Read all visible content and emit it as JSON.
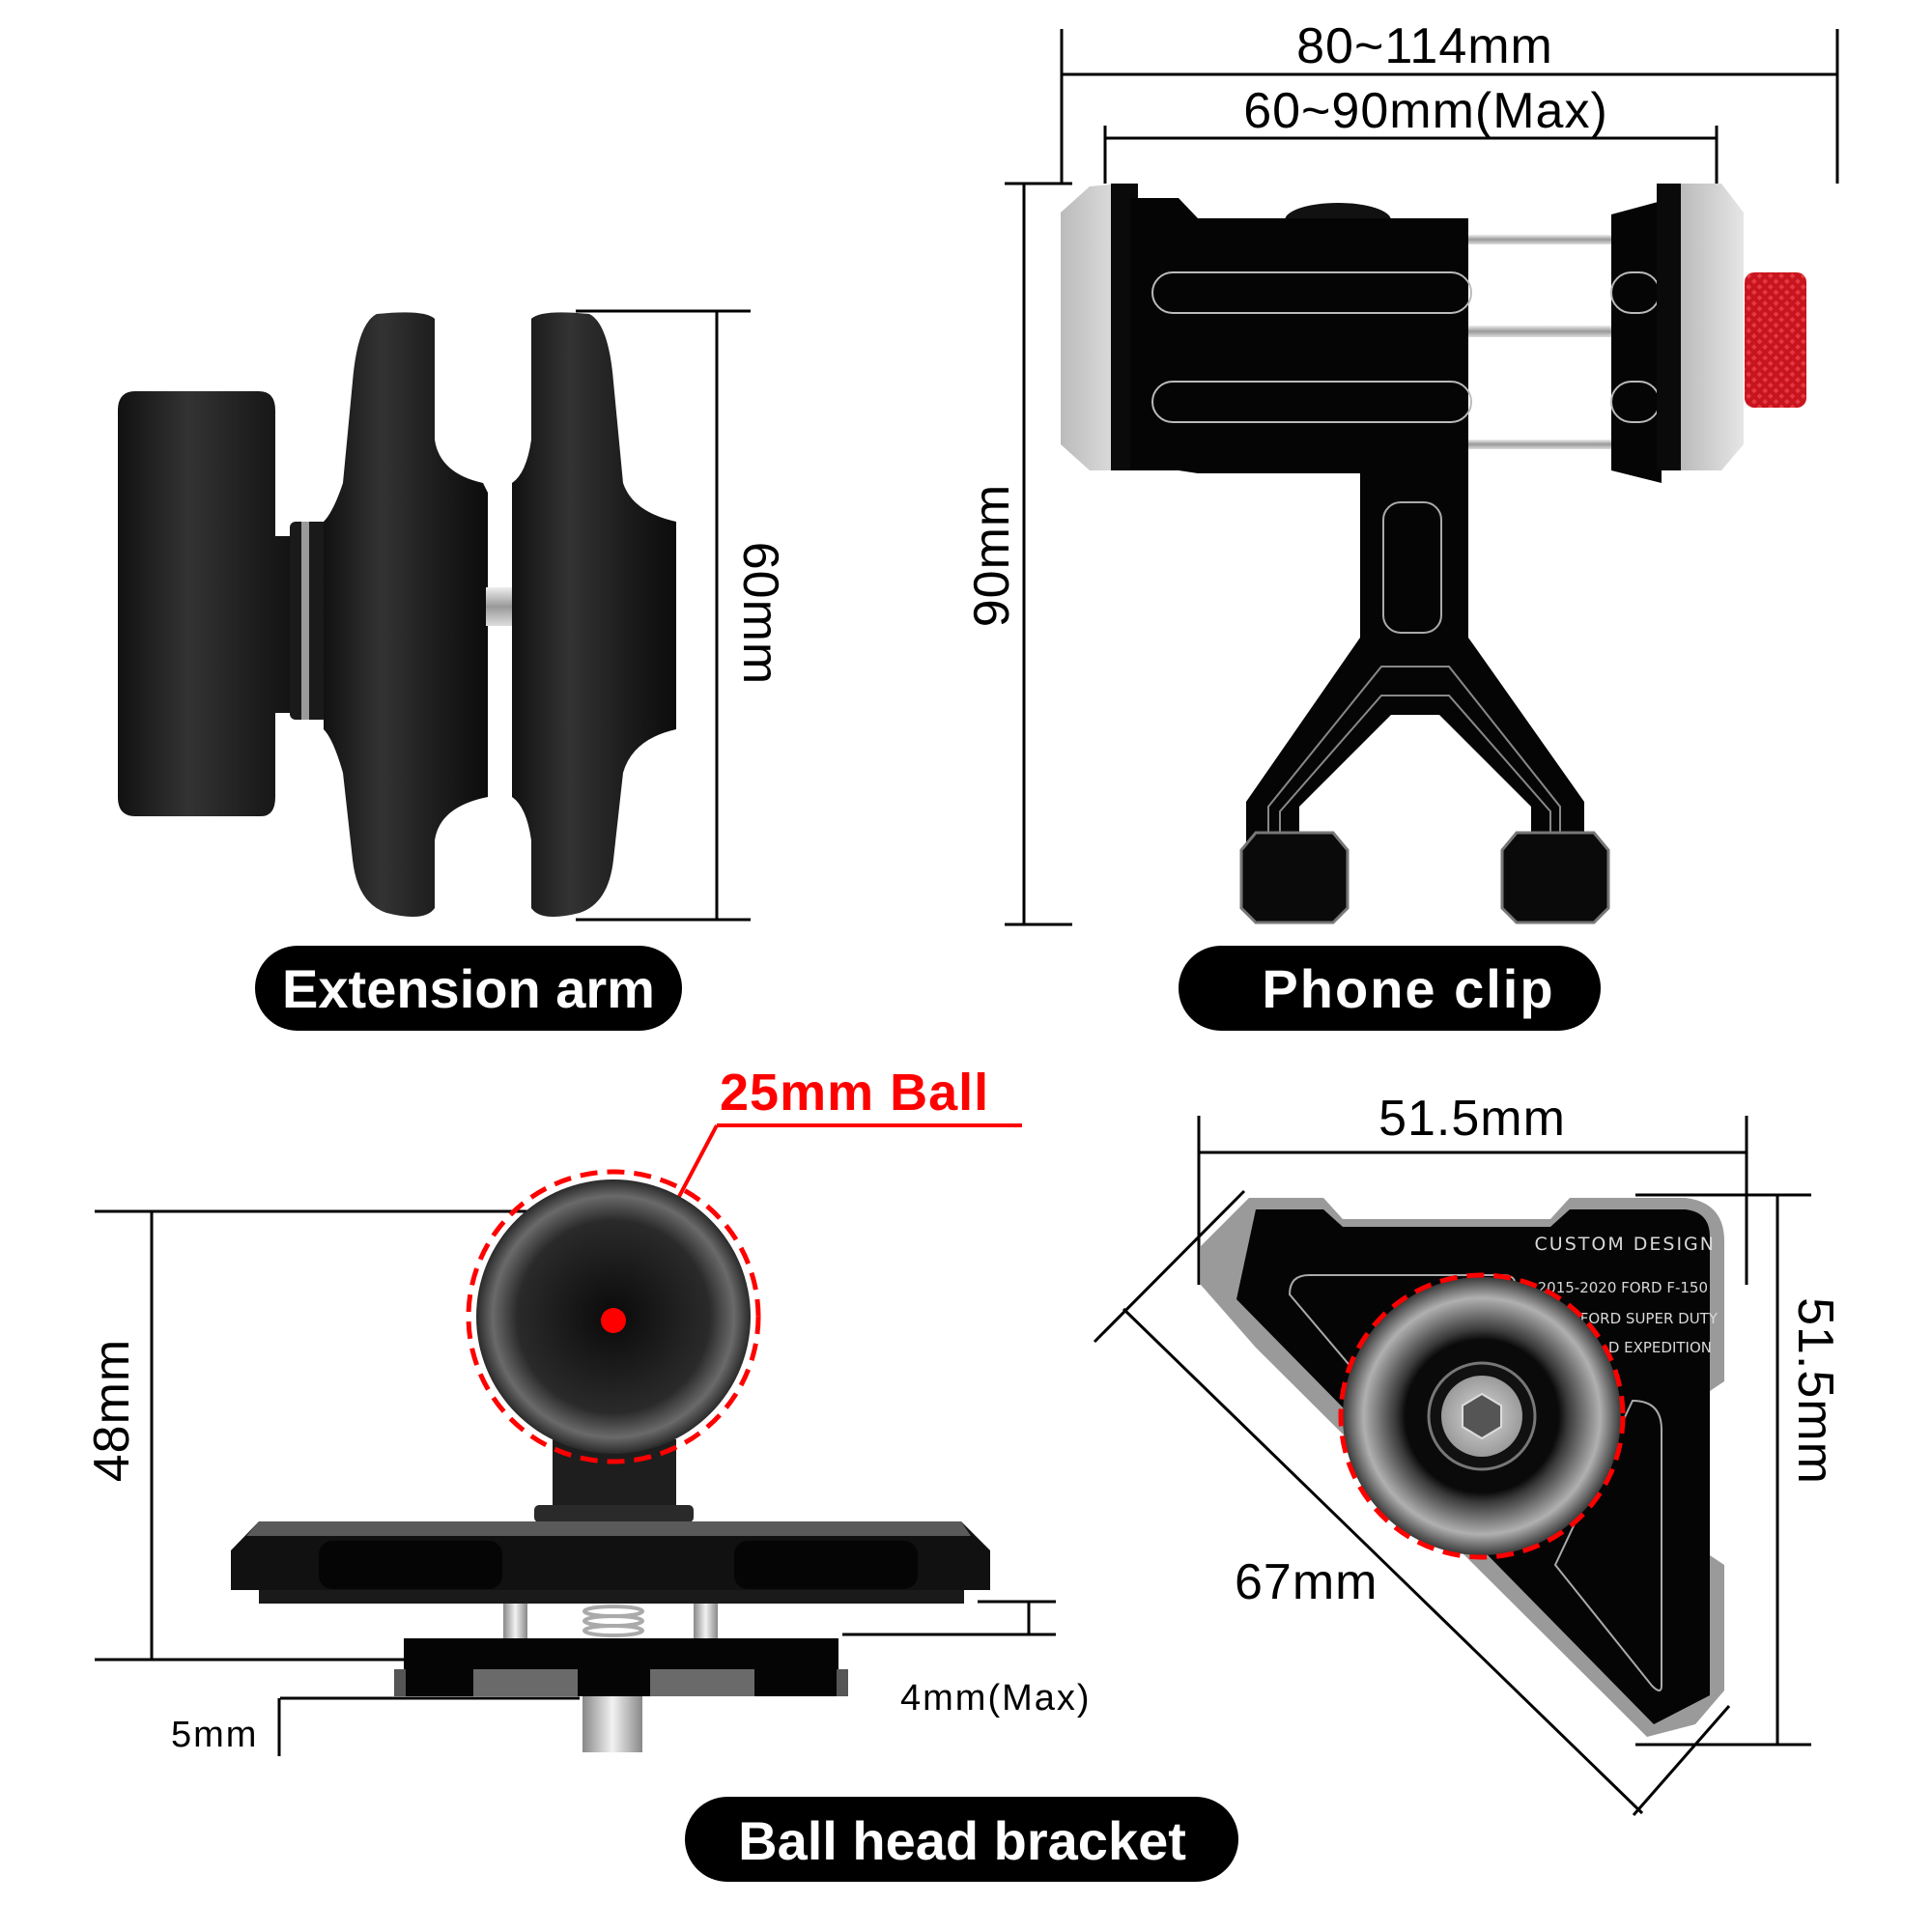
{
  "colors": {
    "background": "#ffffff",
    "part_black": "#0a0a0a",
    "highlight_red": "#ff0000",
    "knob_red": "#c8141e",
    "label_pill": "#000000",
    "label_text": "#ffffff"
  },
  "panels": {
    "extension_arm": {
      "label": "Extension arm",
      "dimensions": {
        "height": "60mm"
      }
    },
    "phone_clip": {
      "label": "Phone clip",
      "dimensions": {
        "outer_width": "80~114mm",
        "inner_width": "60~90mm(Max)",
        "height": "90mm"
      }
    },
    "ball_head_bracket": {
      "label": "Ball head bracket",
      "callout": "25mm Ball",
      "dimensions": {
        "height": "48mm",
        "pin": "5mm",
        "gap": "4mm(Max)"
      }
    },
    "triangle_base": {
      "dimensions": {
        "top_width": "51.5mm",
        "side_height": "51.5mm",
        "diagonal": "67mm"
      },
      "engraving": {
        "line1": "CUSTOM  DESIGN",
        "line2": "2015-2020 FORD F-150",
        "line3": "FORD SUPER DUTY",
        "line4": "D EXPEDITION"
      }
    }
  }
}
